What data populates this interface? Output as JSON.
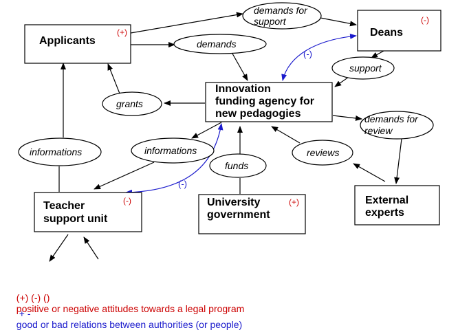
{
  "colors": {
    "attitude": "#cc0000",
    "relation": "#1a1acc",
    "line": "#000000"
  },
  "boxes": {
    "applicants": {
      "label": "Applicants",
      "attitude": "(+)"
    },
    "deans": {
      "label": "Deans",
      "attitude": "(-)"
    },
    "agency": {
      "lines": [
        "Innovation",
        "funding agency for",
        "new pedagogies"
      ]
    },
    "teacher": {
      "lines": [
        "Teacher",
        "support unit"
      ],
      "attitude": "(-)"
    },
    "university": {
      "lines": [
        "University",
        "government"
      ],
      "attitude": "(+)"
    },
    "experts": {
      "lines": [
        "External",
        "experts"
      ]
    }
  },
  "ovals": {
    "demands_support": [
      "demands for",
      "support"
    ],
    "demands": "demands",
    "support": "support",
    "grants": "grants",
    "demands_review": [
      "demands for",
      "review"
    ],
    "informations_left": "informations",
    "informations_mid": "informations",
    "funds": "funds",
    "reviews": "reviews"
  },
  "relations": {
    "agency_deans": "(-)",
    "agency_teacher": "(-)"
  },
  "legend": {
    "attitudes_symbols": "(+) (-) ()",
    "attitudes_text": "positive or negative attitudes towards a legal program",
    "relations_symbols": "+ -",
    "relations_text": "good or bad relations between authorities (or people)"
  }
}
